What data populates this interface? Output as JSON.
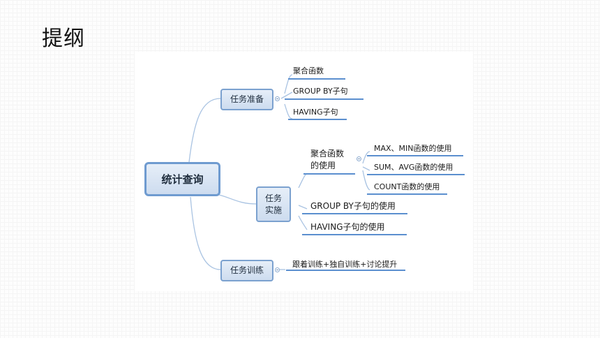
{
  "slide": {
    "title": "提纲"
  },
  "mindmap": {
    "root": "统计查询",
    "branches": [
      {
        "label": "任务准备",
        "children": [
          "聚合函数",
          "GROUP BY子句",
          "HAVING子句"
        ]
      },
      {
        "label_lines": [
          "任务",
          "实施"
        ],
        "children": [
          {
            "label_lines": [
              "聚合函数",
              "的使用"
            ],
            "children": [
              "MAX、MIN函数的使用",
              "SUM、AVG函数的使用",
              "COUNT函数的使用"
            ]
          },
          "GROUP BY子句的使用",
          "HAVING子句的使用"
        ]
      },
      {
        "label": "任务训练",
        "children": [
          "跟着训练+独自训练+讨论提升"
        ]
      }
    ]
  },
  "colors": {
    "node_border": "#7ba1cf",
    "connector": "#a9c3e2",
    "underline": "#5b8fcf"
  }
}
